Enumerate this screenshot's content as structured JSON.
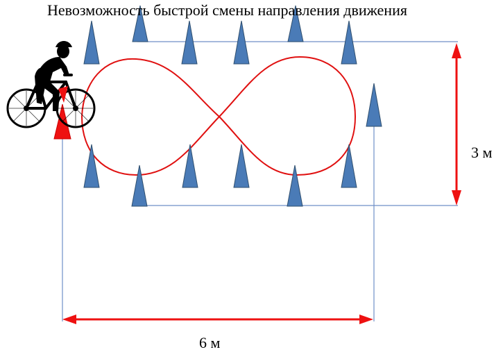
{
  "caption": "Невозможность быстрой смены направления движения",
  "labels": {
    "height": "3 м",
    "width": "6 м"
  },
  "colors": {
    "route": "#e01010",
    "arrow": "#ee1111",
    "cone_fill": "#4a7bb7",
    "cone_stroke": "#2f4f6f",
    "guide_line": "#6f8fc8",
    "start_marker": "#ee1111",
    "rider": "#000000"
  },
  "icons": {
    "rider": "cyclist-icon",
    "cone": "traffic-cone-icon",
    "start": "start-marker-icon"
  }
}
